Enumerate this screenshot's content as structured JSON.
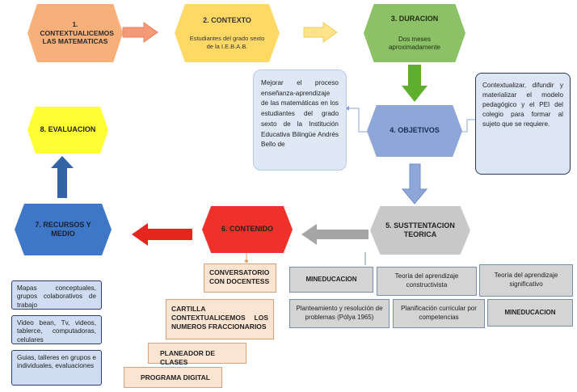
{
  "nodes": {
    "n1": "1. CONTEXTUALICEMOS LAS MATEMATICAS",
    "n2": "2. CONTEXTO",
    "n2_sub": "Estudiantes del grado sexto de la I.E.B.A.B.",
    "n3": "3. DURACION",
    "n3_sub": "Dos meses aproximadamente",
    "n4": "4. OBJETIVOS",
    "n5": "5. SUSTTENTACION TEORICA",
    "n6": "6. CONTENIDO",
    "n7": "7. RECURSOS Y MEDIO",
    "n8": "8. EVALUACION"
  },
  "objective_left": "Mejorar el proceso enseñanza-aprendizaje de las matemáticas en los estudiantes del grado sexto de la Institución Educativa Bilingüe Andrés Bello de",
  "objective_right": "Contextualizar, difundir y materializar el modelo pedagógico y el PEI del colegio para formar al sujeto que se requiere.",
  "theory_boxes": [
    "MINEDUCACION",
    "Teoría del aprendizaje constructivista",
    "Teoría del aprendizaje significativo",
    "Planteamiento y resolución de problemas (Pólya 1965)",
    "Planificación curricular por competencias",
    "MINEDUCACION"
  ],
  "content_items": [
    "CONVERSATORIO CON DOCENTESS",
    "CARTILLA CONTEXTUALICEMOS LOS NUMEROS FRACCIONARIOS",
    "PLANEADOR DE CLASES",
    "PROGRAMA DIGITAL"
  ],
  "resource_items": [
    "Mapas conceptuales, grupos colaborativos de trabajo",
    "Video bean, Tv, videos, tablerce, computadoras, celulares",
    "Guias, talleres en grupos e individuales, evaluaciones"
  ],
  "colors": {
    "orange": "#f7b07a",
    "yellow": "#ffd966",
    "green": "#8cc168",
    "blue": "#8ea7d8",
    "grey": "#c8c8c8",
    "red": "#f0302a",
    "dark_blue": "#3e77c6",
    "bright_yellow": "#ffff33"
  }
}
